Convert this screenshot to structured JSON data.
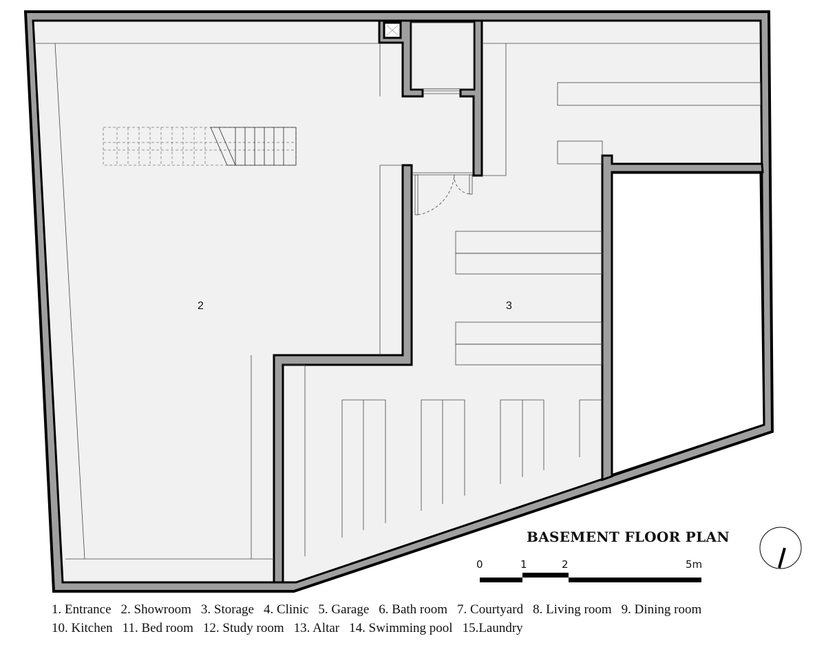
{
  "title": "BASEMENT FLOOR PLAN",
  "room_labels": {
    "showroom": "2",
    "storage": "3"
  },
  "scale_bar": {
    "ticks": [
      "0",
      "1",
      "2",
      "5m"
    ]
  },
  "legend": {
    "row1": [
      "1. Entrance",
      "2. Showroom",
      "3. Storage",
      "4. Clinic",
      "5. Garage",
      "6. Bath room",
      "7. Courtyard",
      "8. Living room",
      "9. Dining room"
    ],
    "row2": [
      "10. Kitchen",
      "11. Bed room",
      "12. Study room",
      "13. Altar",
      "14. Swimming pool",
      "15.Laundry"
    ]
  },
  "colors": {
    "wall": "#9f9f9f",
    "floor": "#f1f1f1",
    "outline": "#000000"
  }
}
